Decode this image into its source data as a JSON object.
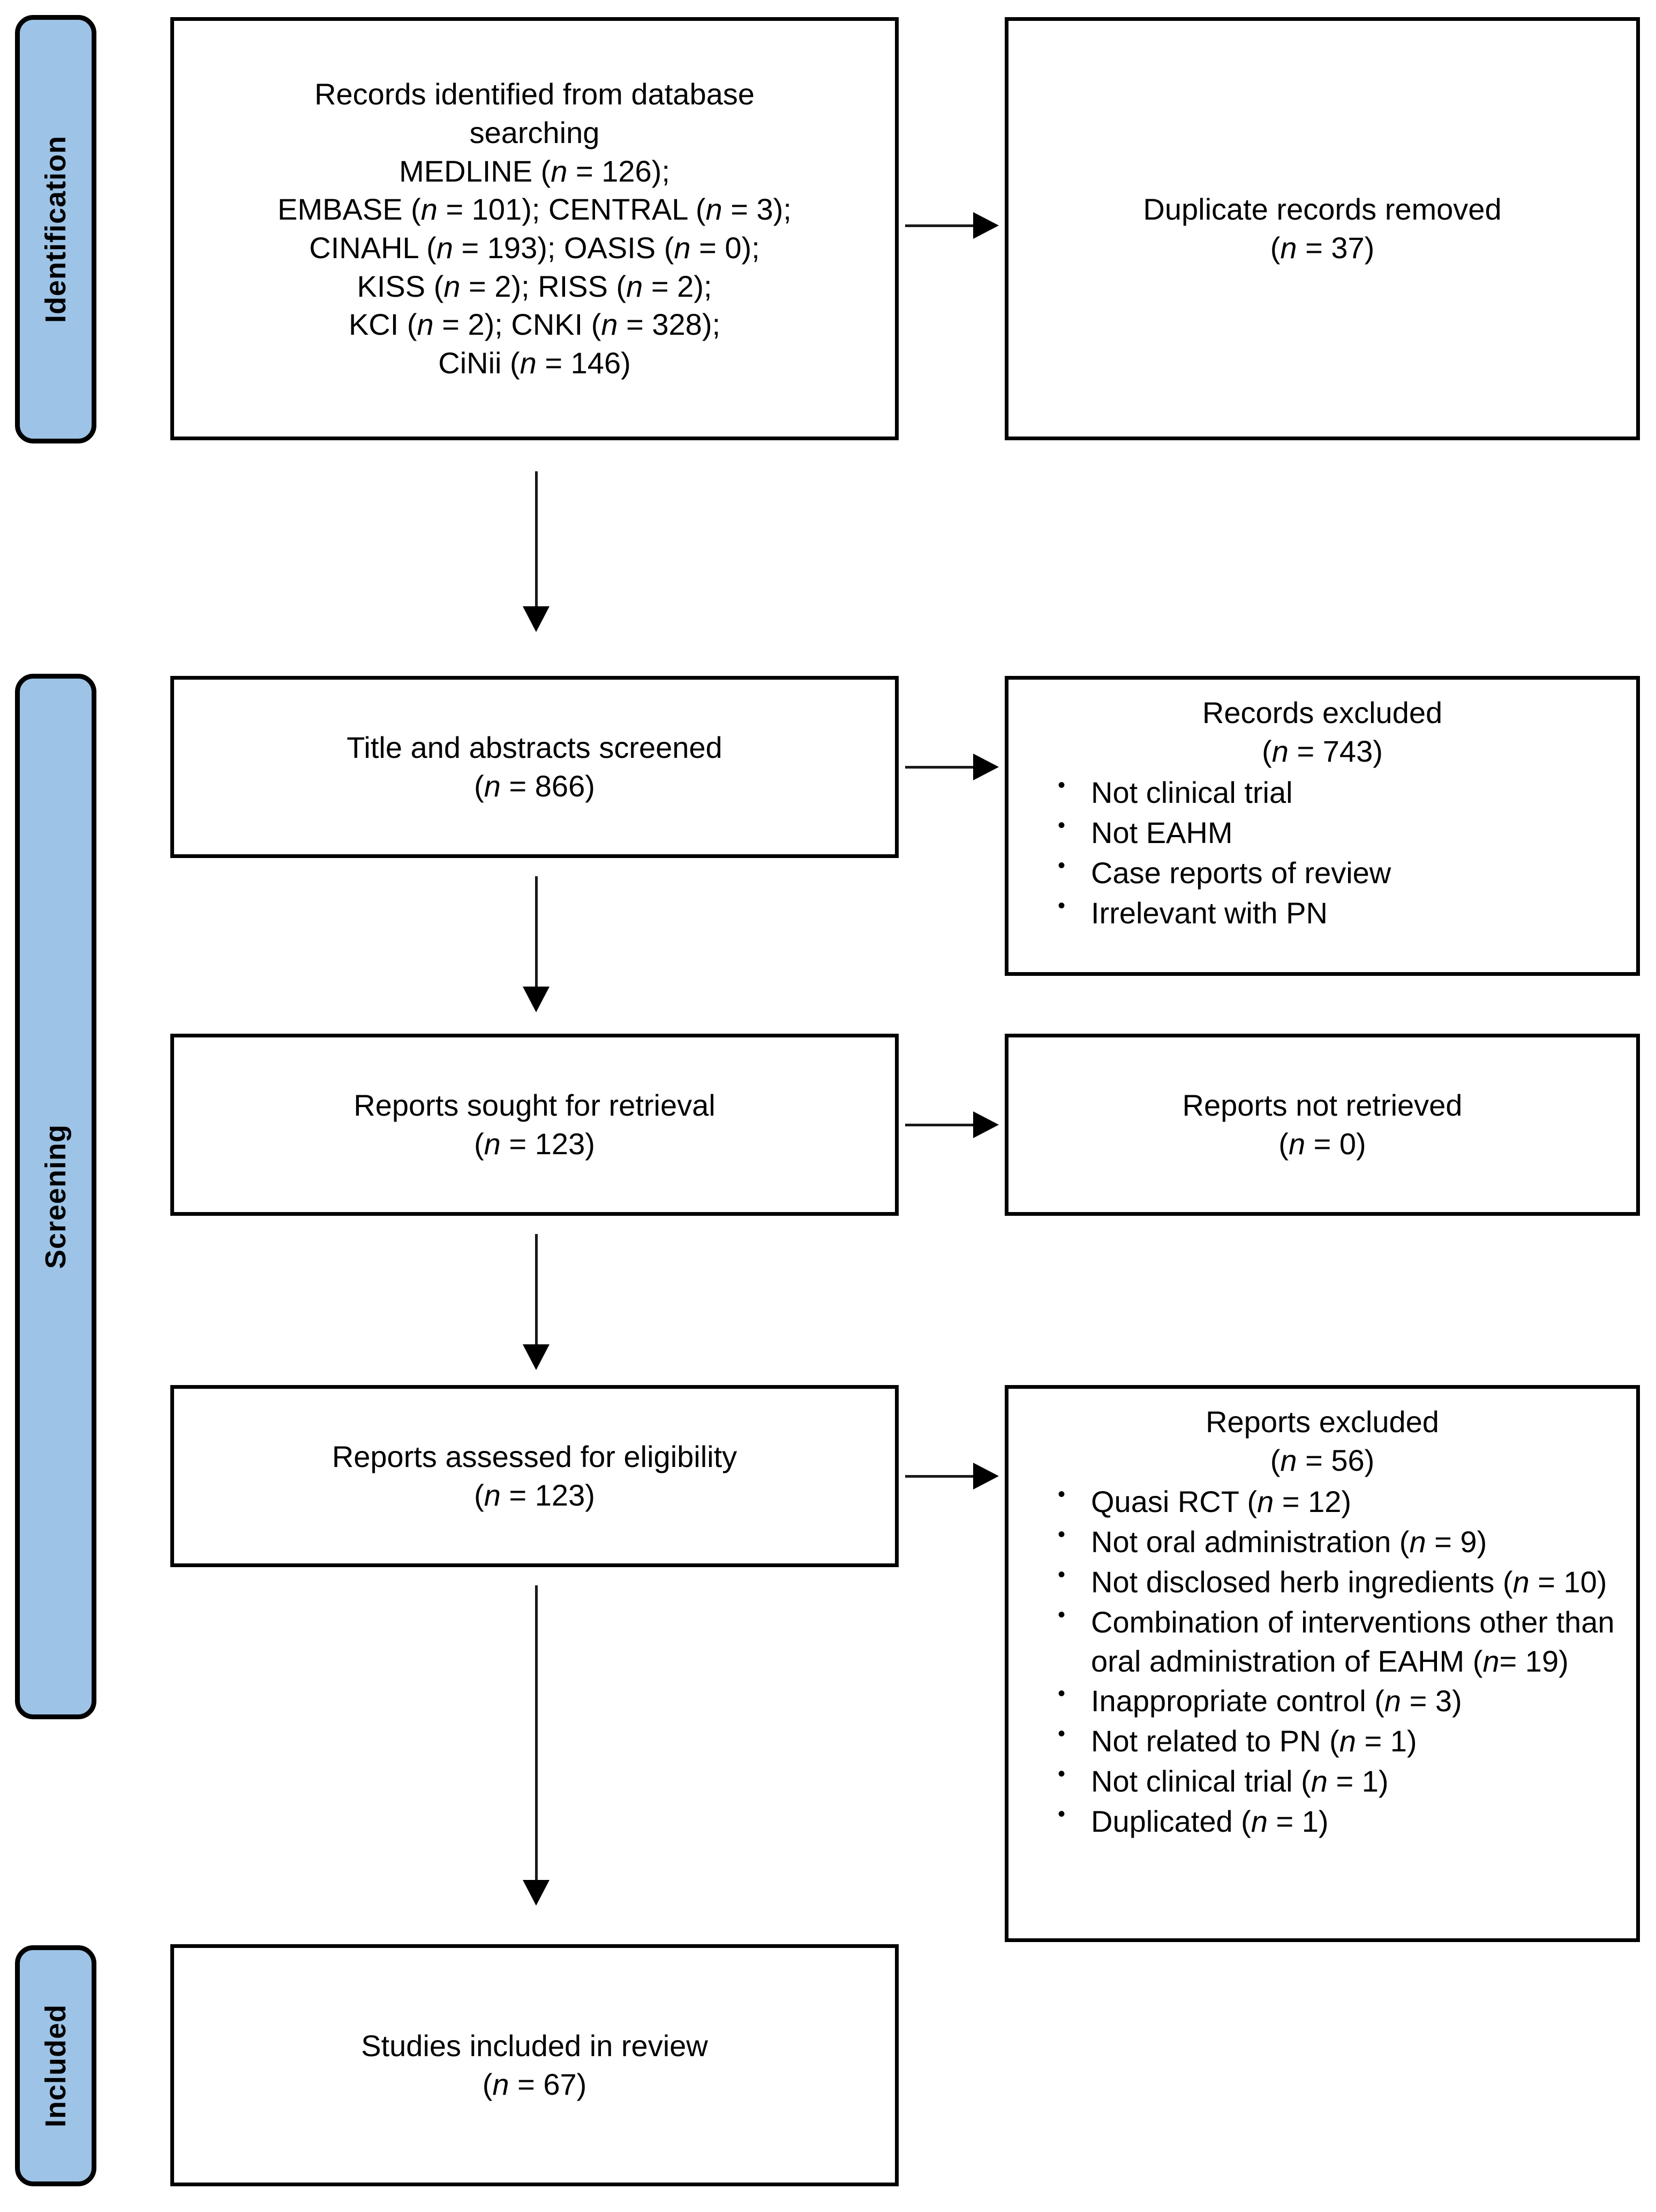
{
  "diagram": {
    "type": "prisma-flow-diagram",
    "accent_blue": "#9DC3E6",
    "stroke_black": "#000000",
    "background": "#FFFFFF"
  },
  "stages": {
    "identification": "Identification",
    "screening": "Screening",
    "included": "Included"
  },
  "boxes": {
    "records_identified": {
      "title": "Records identified from database\nsearching",
      "lines": [
        "MEDLINE (n = 126);",
        "EMBASE (n = 101); CENTRAL (n = 3);",
        "CINAHL (n = 193); OASIS (n = 0);",
        "KISS (n = 2); RISS (n = 2);",
        "KCI (n = 2); CNKI (n = 328);",
        "CiNii (n = 146)"
      ]
    },
    "duplicates_removed": {
      "title": "Duplicate records removed",
      "count": "(n = 37)"
    },
    "title_abstracts_screened": {
      "title": "Title and abstracts screened",
      "count": "(n = 866)"
    },
    "records_excluded": {
      "title": "Records excluded",
      "count": "(n = 743)",
      "reasons": [
        "Not clinical trial",
        "Not EAHM",
        "Case reports of review",
        "Irrelevant with PN"
      ]
    },
    "reports_sought": {
      "title": "Reports sought for retrieval",
      "count": "(n = 123)"
    },
    "reports_not_retrieved": {
      "title": "Reports not retrieved",
      "count": "(n = 0)"
    },
    "reports_assessed": {
      "title": "Reports assessed for eligibility",
      "count": "(n = 123)"
    },
    "reports_excluded": {
      "title": "Reports excluded",
      "count": "(n = 56)",
      "reasons": [
        "Quasi RCT (n = 12)",
        "Not oral administration (n = 9)",
        "Not disclosed herb ingredients (n = 10)",
        "Combination of interventions other than oral administration of EAHM (n= 19)",
        "Inappropriate control (n = 3)",
        "Not related to PN (n = 1)",
        "Not clinical trial (n = 1)",
        "Duplicated (n = 1)"
      ]
    },
    "studies_included": {
      "title": "Studies included in review",
      "count": "(n = 67)"
    }
  },
  "connectors": {
    "identification_to_duplicates": "arrow-right",
    "identification_to_screening": "arrow-down",
    "screened_to_excluded": "arrow-right",
    "screened_to_sought": "arrow-down",
    "sought_to_not_retrieved": "arrow-right",
    "sought_to_assessed": "arrow-down",
    "assessed_to_excluded": "arrow-right",
    "assessed_to_included": "arrow-down"
  }
}
